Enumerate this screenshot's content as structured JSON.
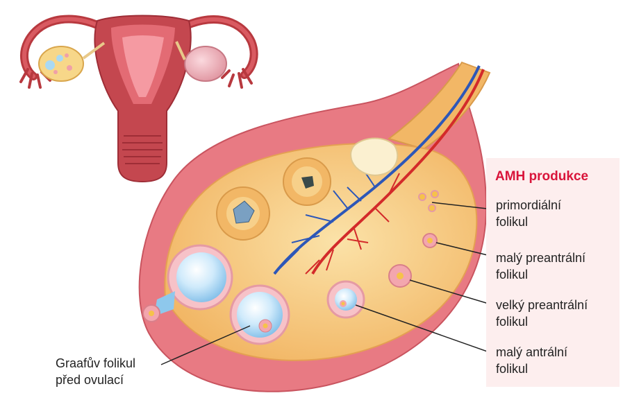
{
  "panel": {
    "title": "AMH produkce",
    "title_color": "#d9143a",
    "background": "#fdeeee"
  },
  "labels": {
    "primordial": [
      "primordiální",
      "folikul"
    ],
    "small_preantral": [
      "malý preantrální",
      "folikul"
    ],
    "large_preantral": [
      "velký preantrální",
      "folikul"
    ],
    "small_antral": [
      "malý antrální",
      "folikul"
    ],
    "graafian": [
      "Graafův folikul",
      "před ovulací"
    ]
  },
  "colors": {
    "uterus": "#c4474f",
    "ovary_tissue": "#e87a83",
    "ovary_interior": "#f6c97a",
    "follicle_fluid": "#bfe2f7",
    "artery": "#d32a2a",
    "vein": "#2d57b8"
  }
}
